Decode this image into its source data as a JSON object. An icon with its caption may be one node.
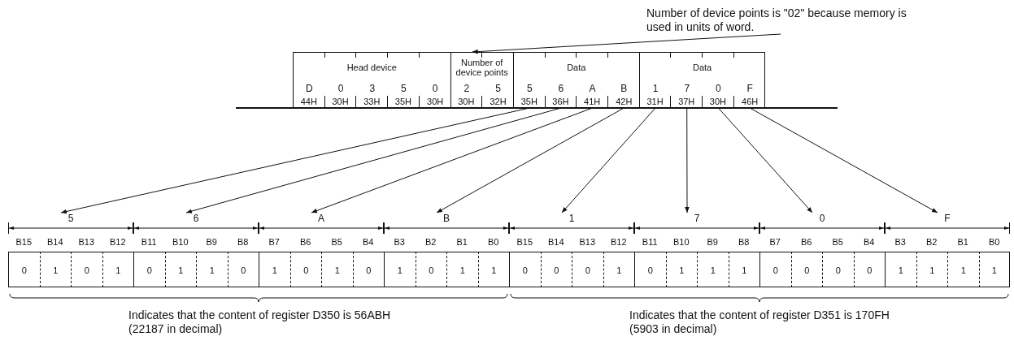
{
  "diagram": {
    "nodes": [
      {
        "text": [
          "Head device"
        ]
      },
      {
        "text": [
          "D",
          "44H"
        ],
        "in": 0
      },
      {
        "text": [
          "0",
          "30H"
        ],
        "in": 0
      },
      {
        "text": [
          "3",
          "33H"
        ],
        "in": 0
      },
      {
        "text": [
          "5",
          "35H"
        ],
        "in": 0
      },
      {
        "text": [
          "0",
          "30H"
        ],
        "in": 0
      },
      {
        "text": [
          "Number of device points"
        ]
      },
      {
        "text": [
          "2",
          "30H"
        ],
        "in": 6
      },
      {
        "text": [
          "5",
          "32H"
        ],
        "in": 6
      },
      {
        "text": [
          "Data"
        ]
      },
      {
        "text": [
          "5",
          "35H"
        ],
        "in": 9
      },
      {
        "text": [
          "6",
          "36H"
        ],
        "in": 9
      },
      {
        "text": [
          "A",
          "41H"
        ],
        "in": 9
      },
      {
        "text": [
          "B",
          "42H"
        ],
        "in": 9
      },
      {
        "text": [
          "Data"
        ]
      },
      {
        "text": [
          "1",
          "31H"
        ],
        "in": 14
      },
      {
        "text": [
          "7",
          "37H"
        ],
        "in": 14
      },
      {
        "text": [
          "0",
          "30H"
        ],
        "in": 14
      },
      {
        "text": [
          "F",
          "46H"
        ],
        "in": 14
      },
      {
        "text": [
          "Number of device points is \"02\" because memory is used in units of word."
        ]
      },
      {
        "text": [
          "5"
        ]
      },
      {
        "text": [
          "B15",
          "0"
        ]
      },
      {
        "text": [
          "B14",
          "1"
        ]
      },
      {
        "text": [
          "B13",
          "0"
        ]
      },
      {
        "text": [
          "B12",
          "1"
        ]
      },
      {
        "text": [
          "6"
        ]
      },
      {
        "text": [
          "B11",
          "0"
        ]
      },
      {
        "text": [
          "B10",
          "1"
        ]
      },
      {
        "text": [
          "B9",
          "1"
        ]
      },
      {
        "text": [
          "B8",
          "0"
        ]
      },
      {
        "text": [
          "A"
        ]
      },
      {
        "text": [
          "B7",
          "1"
        ]
      },
      {
        "text": [
          "B6",
          "0"
        ]
      },
      {
        "text": [
          "B5",
          "1"
        ]
      },
      {
        "text": [
          "B4",
          "0"
        ]
      },
      {
        "text": [
          "B"
        ]
      },
      {
        "text": [
          "B3",
          "1"
        ]
      },
      {
        "text": [
          "B2",
          "0"
        ]
      },
      {
        "text": [
          "B1",
          "1"
        ]
      },
      {
        "text": [
          "B0",
          "1"
        ]
      },
      {
        "text": [
          "1"
        ]
      },
      {
        "text": [
          "B15",
          "0"
        ]
      },
      {
        "text": [
          "B14",
          "0"
        ]
      },
      {
        "text": [
          "B13",
          "0"
        ]
      },
      {
        "text": [
          "B12",
          "1"
        ]
      },
      {
        "text": [
          "7"
        ]
      },
      {
        "text": [
          "B11",
          "0"
        ]
      },
      {
        "text": [
          "B10",
          "1"
        ]
      },
      {
        "text": [
          "B9",
          "1"
        ]
      },
      {
        "text": [
          "B8",
          "1"
        ]
      },
      {
        "text": [
          "0"
        ]
      },
      {
        "text": [
          "B7",
          "0"
        ]
      },
      {
        "text": [
          "B6",
          "0"
        ]
      },
      {
        "text": [
          "B5",
          "0"
        ]
      },
      {
        "text": [
          "B4",
          "0"
        ]
      },
      {
        "text": [
          "F"
        ]
      },
      {
        "text": [
          "B3",
          "1"
        ]
      },
      {
        "text": [
          "B2",
          "1"
        ]
      },
      {
        "text": [
          "B1",
          "1"
        ]
      },
      {
        "text": [
          "B0",
          "1"
        ]
      }
    ],
    "edges": [
      {
        "from": 19,
        "to": 6,
        "arrow": "to"
      },
      {
        "from": 10,
        "to": 20,
        "arrow": "to"
      },
      {
        "from": 11,
        "to": 25,
        "arrow": "to"
      },
      {
        "from": 12,
        "to": 30,
        "arrow": "to"
      },
      {
        "from": 13,
        "to": 35,
        "arrow": "to"
      },
      {
        "from": 15,
        "to": 40,
        "arrow": "to"
      },
      {
        "from": 16,
        "to": 45,
        "arrow": "to"
      },
      {
        "from": 17,
        "to": 50,
        "arrow": "to"
      },
      {
        "from": 18,
        "to": 55,
        "arrow": "to"
      }
    ],
    "labels": [
      "Indicates that the content of register D350 is 56ABH (22187 in decimal)",
      "Indicates that the content of register D351 is 170FH (5903 in decimal)"
    ]
  }
}
